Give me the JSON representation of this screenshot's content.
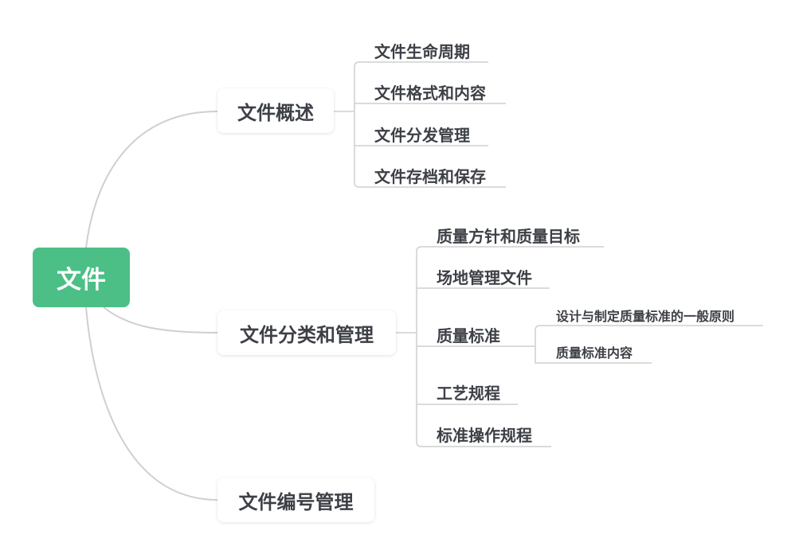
{
  "root": {
    "label": "文件"
  },
  "branches": [
    {
      "label": "文件概述",
      "children": [
        "文件生命周期",
        "文件格式和内容",
        "文件分发管理",
        "文件存档和保存"
      ]
    },
    {
      "label": "文件分类和管理",
      "children": [
        "质量方针和质量目标",
        "场地管理文件",
        "质量标准",
        "工艺规程",
        "标准操作规程"
      ],
      "sub": {
        "parent": "质量标准",
        "children": [
          "设计与制定质量标准的一般原则",
          "质量标准内容"
        ]
      }
    },
    {
      "label": "文件编号管理"
    }
  ],
  "colors": {
    "root": "#4cbf87",
    "line": "#cccccc",
    "text": "#3d4046"
  }
}
